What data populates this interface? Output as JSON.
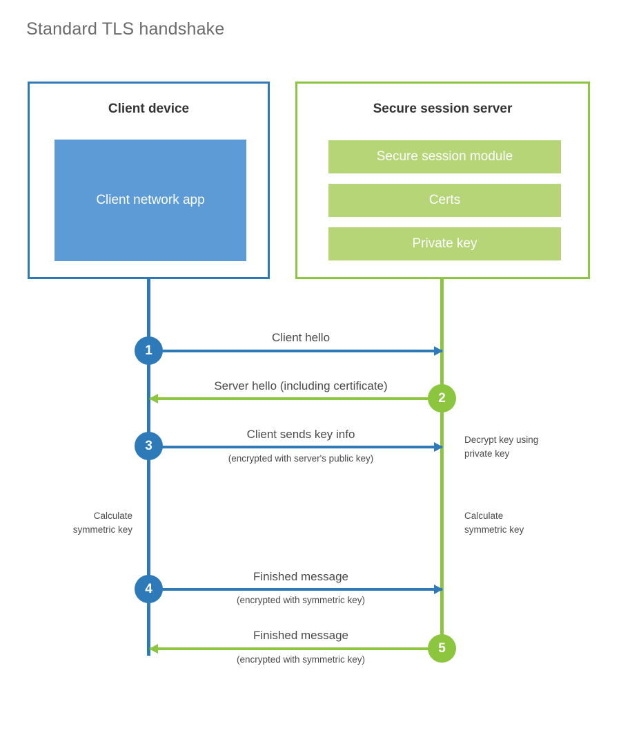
{
  "title": "Standard TLS handshake",
  "colors": {
    "client_blue": "#2e79b8",
    "client_app_fill": "#5c9bd6",
    "server_green": "#8cc63f",
    "server_bar_fill": "#b5d577",
    "text": "#4a4a4a",
    "title_text": "#6b6b6b",
    "background": "#ffffff"
  },
  "client": {
    "title": "Client device",
    "app_label": "Client network\napp"
  },
  "server": {
    "title": "Secure session server",
    "components": [
      {
        "label": "Secure session module"
      },
      {
        "label": "Certs"
      },
      {
        "label": "Private key"
      }
    ]
  },
  "steps": [
    {
      "number": "1",
      "main": "Client hello",
      "sub": "",
      "direction": "client-to-server",
      "color": "#2e79b8"
    },
    {
      "number": "2",
      "main": "Server hello (including certificate)",
      "sub": "",
      "direction": "server-to-client",
      "color": "#8cc63f"
    },
    {
      "number": "3",
      "main": "Client sends key info",
      "sub": "(encrypted with server's public key)",
      "direction": "client-to-server",
      "color": "#2e79b8"
    },
    {
      "number": "4",
      "main": "Finished message",
      "sub": "(encrypted with symmetric key)",
      "direction": "client-to-server",
      "color": "#2e79b8"
    },
    {
      "number": "5",
      "main": "Finished message",
      "sub": "(encrypted with symmetric key)",
      "direction": "server-to-client",
      "color": "#8cc63f"
    }
  ],
  "notes": {
    "decrypt_key": "Decrypt key using\nprivate key",
    "calculate_symmetric_key_client": "Calculate\nsymmetric key",
    "calculate_symmetric_key_server": "Calculate\nsymmetric key"
  }
}
